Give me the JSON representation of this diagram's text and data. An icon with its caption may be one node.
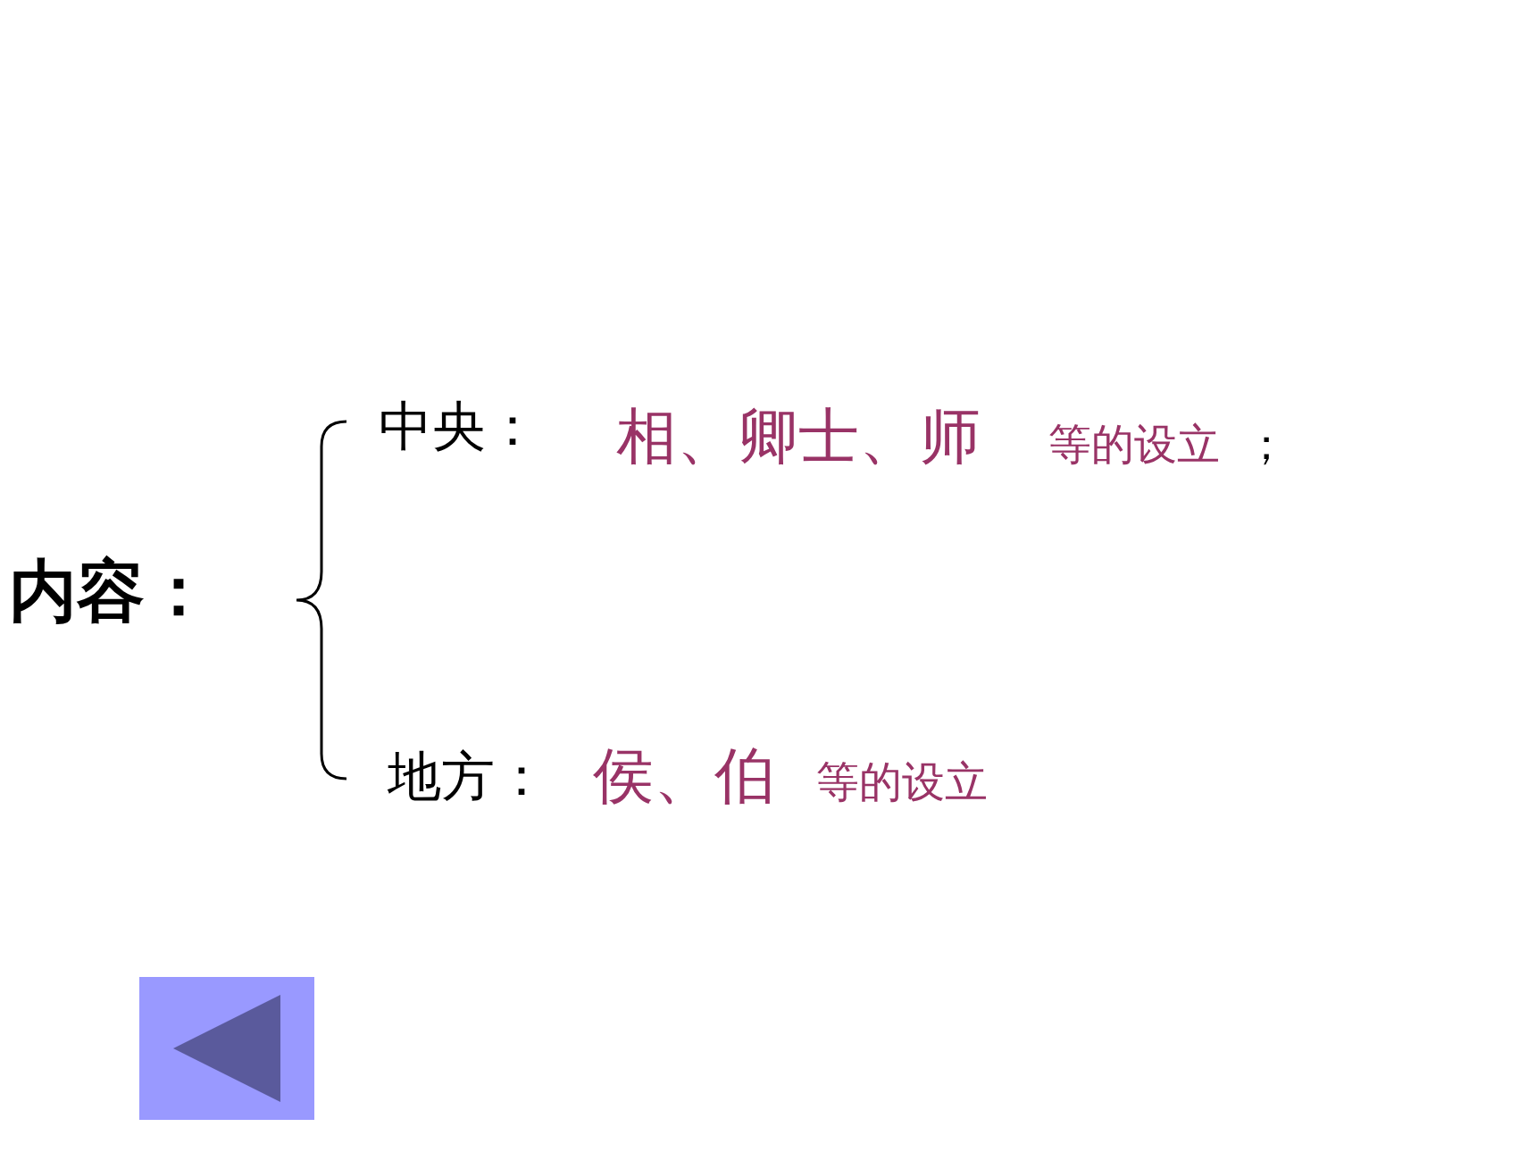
{
  "diagram": {
    "labels": [
      "内容：",
      "中央：",
      "相、卿士、师",
      "等的设立",
      "；",
      "地方：",
      "侯、伯",
      "等的设立"
    ]
  }
}
